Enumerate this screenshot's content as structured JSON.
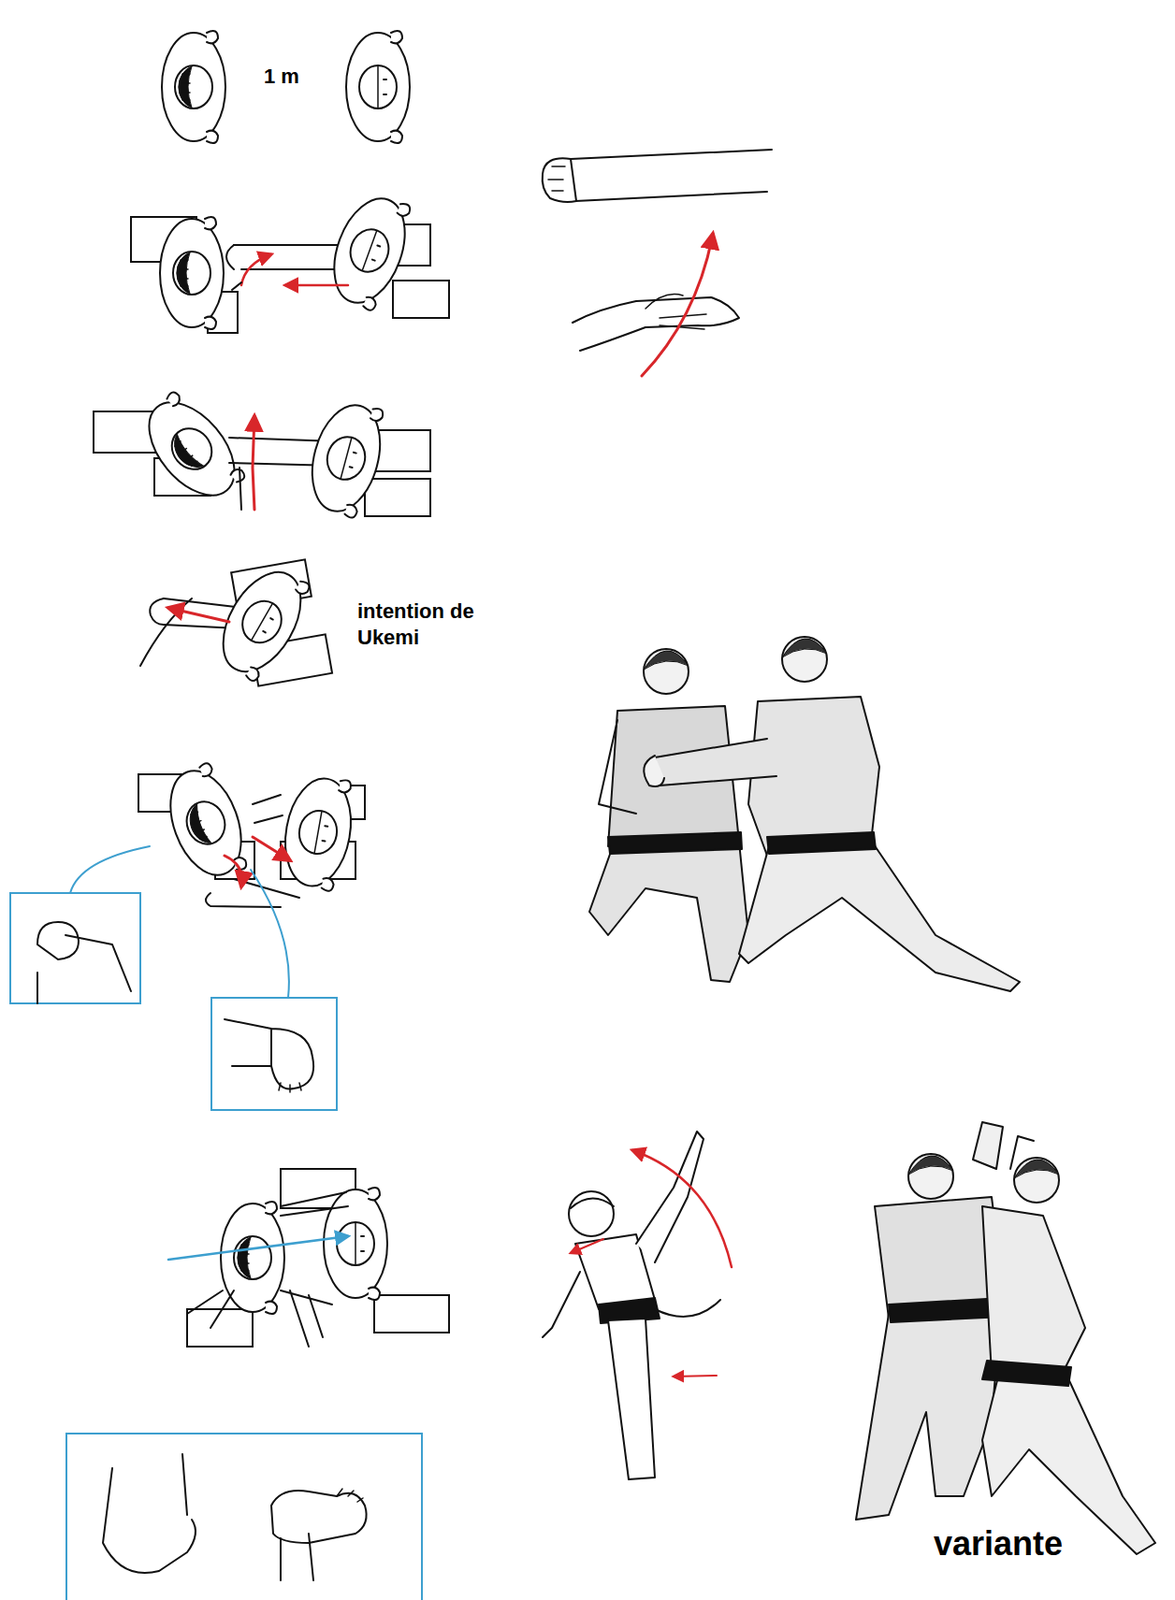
{
  "diagram": {
    "labels": [
      "1 m",
      "intention de Ukemi",
      "variante"
    ]
  }
}
